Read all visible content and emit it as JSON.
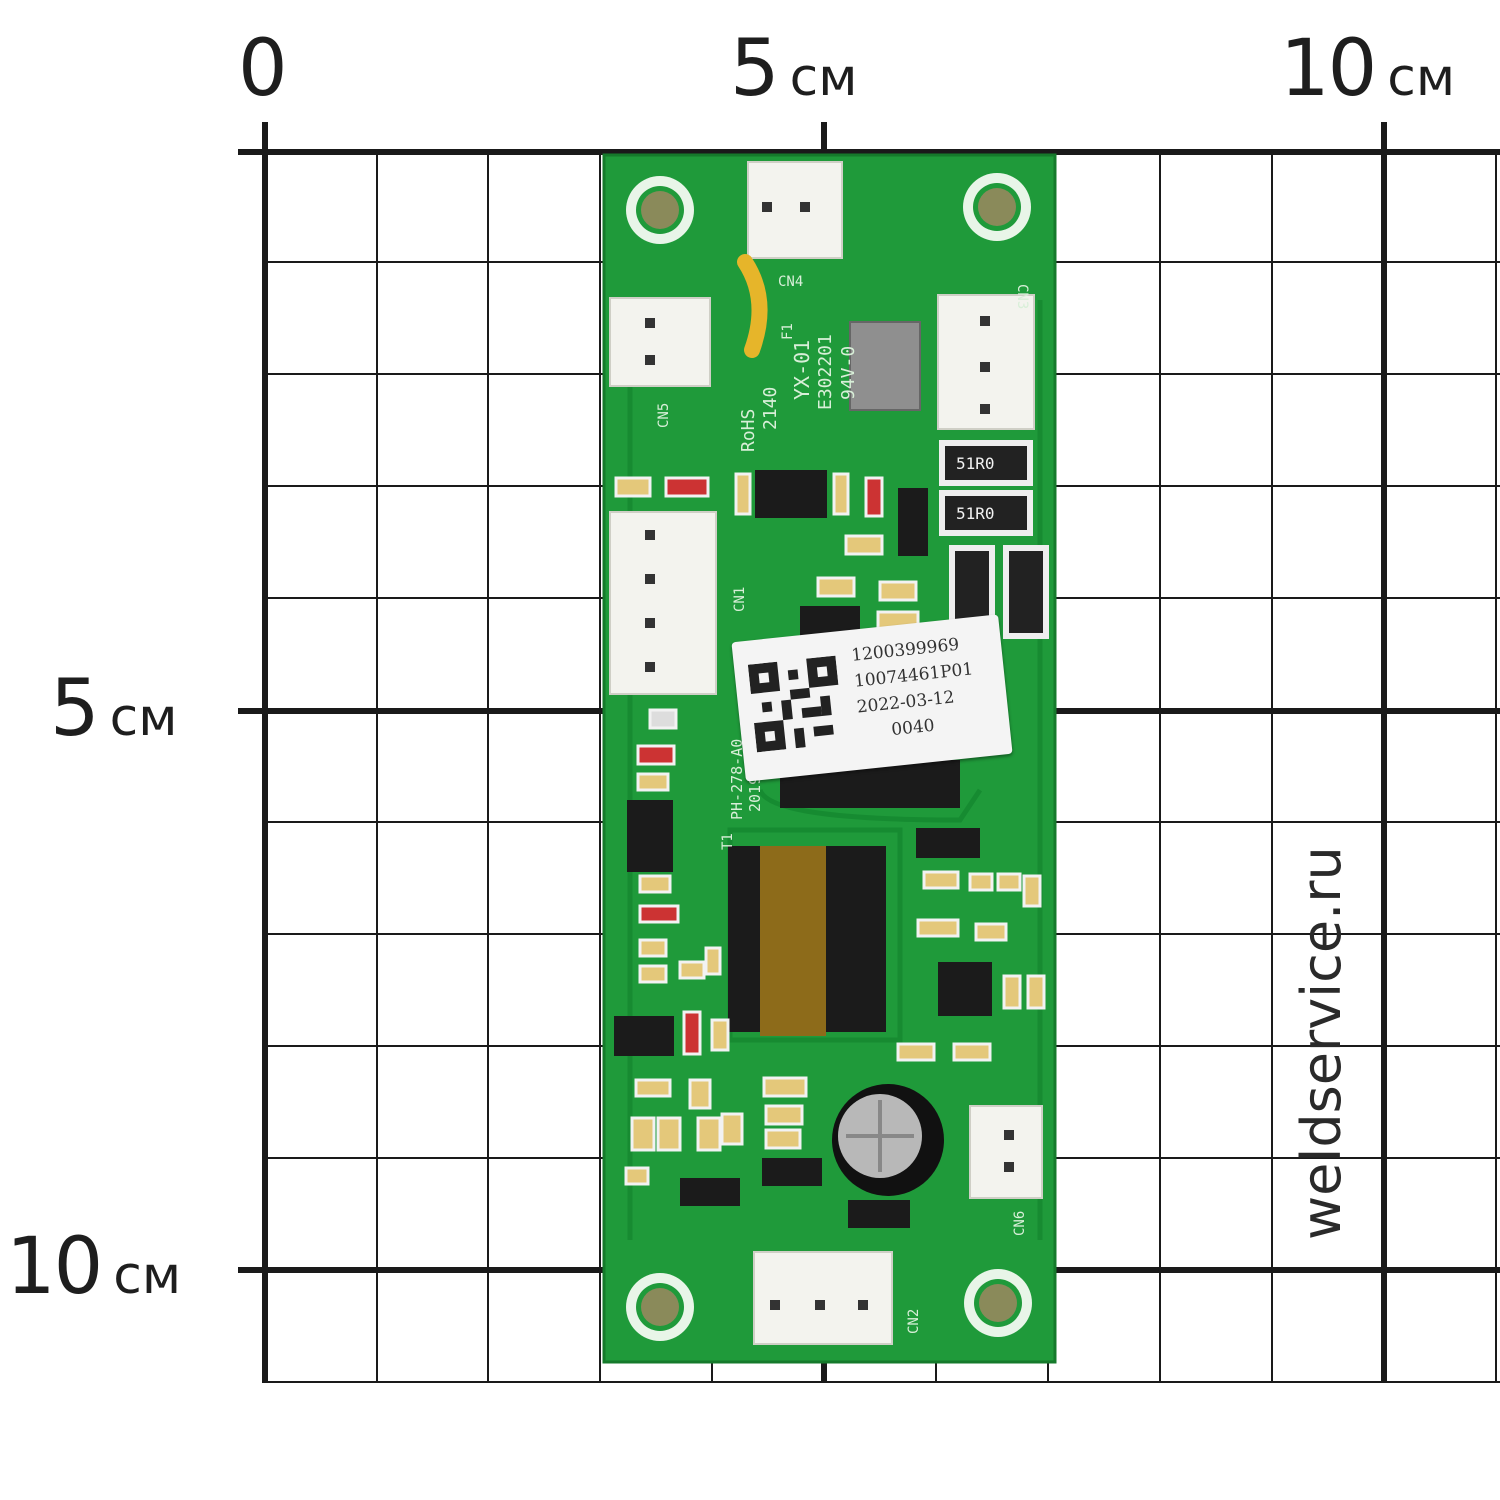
{
  "scale_labels": {
    "top_zero": "0",
    "top_five": "5",
    "top_ten": "10",
    "left_five": "5",
    "left_ten": "10",
    "unit": "см"
  },
  "watermark": "weldservice.ru",
  "sticker": {
    "line1": "1200399969",
    "line2": "10074461P01",
    "line3": "2022-03-12",
    "line4": "0040"
  },
  "silkscreen": {
    "board_id": "YX-01",
    "cert": "E302201",
    "rating": "94V-0",
    "rohs": "RoHS",
    "date_code": "2140",
    "part": "PH-278-A0",
    "year": "2019",
    "connectors": [
      "CN1",
      "CN2",
      "CN3",
      "CN4",
      "CN5",
      "CN6"
    ],
    "resistor_value": "51R0",
    "transformer": "T1",
    "fuse": "F1"
  },
  "colors": {
    "pcb": "#1f9a3a",
    "grid": "#1a1a1a",
    "text": "#1e1e1e"
  }
}
